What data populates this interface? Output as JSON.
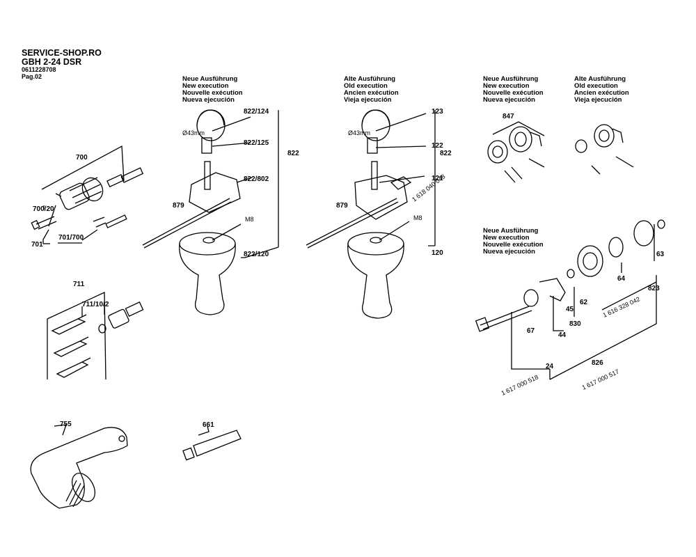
{
  "header": {
    "shop": "SERVICE-SHOP.RO",
    "model": "GBH 2-24 DSR",
    "part_no": "0611228708",
    "page": "Pag.02"
  },
  "labels": {
    "new": [
      "Neue Ausführung",
      "New execution",
      "Nouvelle exécution",
      "Nueva ejecución"
    ],
    "old": [
      "Alte Ausführung",
      "Old execution",
      "Ancien exécution",
      "Vieja ejecución"
    ]
  },
  "parts": {
    "p700": "700",
    "p700_20": "700/20",
    "p701": "701",
    "p701_700": "701/700",
    "p711": "711",
    "p711_10_2": "711/10/2",
    "p755": "755",
    "p661": "661",
    "p822_124": "822/124",
    "p822_125": "822/125",
    "p822_802": "822/802",
    "p822_120": "822/120",
    "p822a": "822",
    "p822b": "822",
    "p879a": "879",
    "p879b": "879",
    "m8a": "M8",
    "m8b": "M8",
    "d43a": "Ø43mm",
    "d43b": "Ø43mm",
    "p123": "123",
    "p122": "122",
    "p121": "121",
    "p120": "120",
    "code_1618": "1 618 040 048",
    "p847": "847",
    "p63": "63",
    "p64": "64",
    "p62": "62",
    "p45": "45",
    "p67": "67",
    "p44": "44",
    "p830": "830",
    "p823": "823",
    "p826": "826",
    "p24": "24",
    "code_1616": "1 616 328 042",
    "code_518": "1 617 000 518",
    "code_517": "1 617 000 517"
  }
}
